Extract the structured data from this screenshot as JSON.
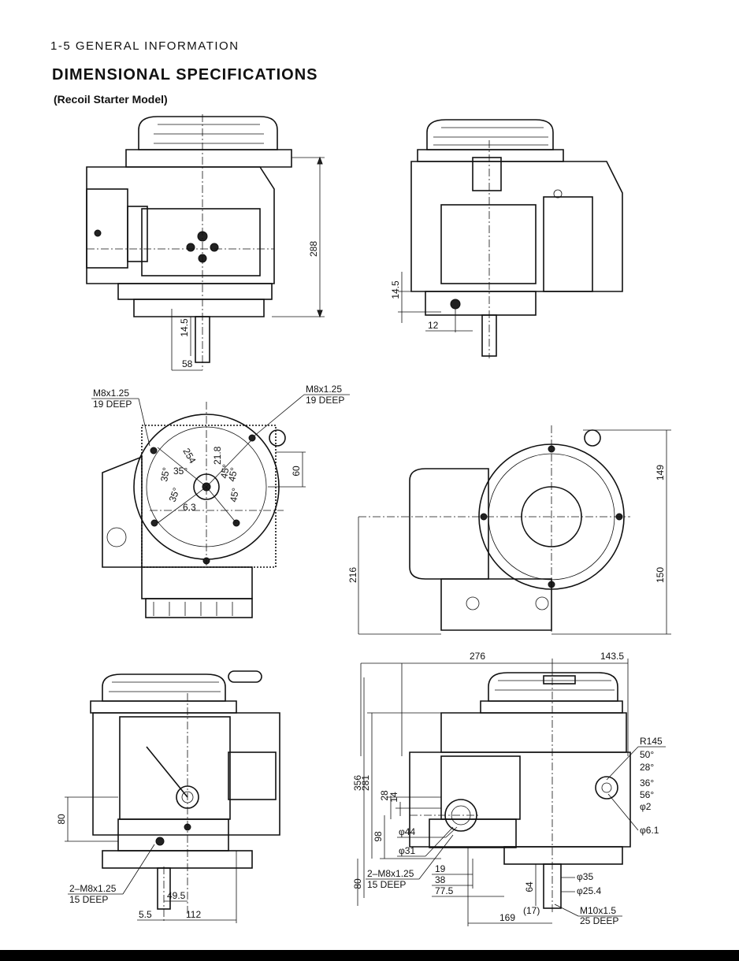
{
  "header": {
    "section": "1-5  GENERAL INFORMATION",
    "title": "DIMENSIONAL SPECIFICATIONS",
    "subtitle": "(Recoil Starter Model)"
  },
  "views": {
    "top_left": {
      "d288": "288",
      "d14_5": "14.5",
      "d58": "58"
    },
    "top_right": {
      "d14_5": "14.5",
      "d12": "12"
    },
    "mid_left": {
      "callout_left_a": "M8x1.25",
      "callout_left_b": "19 DEEP",
      "callout_right_a": "M8x1.25",
      "callout_right_b": "19 DEEP",
      "d254": "254",
      "d21_8": "21.8",
      "d60": "60",
      "d6_3": "6.3",
      "a35_1": "35°",
      "a35_2": "35°",
      "a35_3": "35°",
      "a45_1": "45°",
      "a45_2": "45°",
      "a45_3": "45°"
    },
    "mid_right": {
      "d149": "149",
      "d150": "150",
      "d216": "216"
    },
    "bot_left": {
      "d80": "80",
      "callout_a": "2–M8x1.25",
      "callout_b": "15 DEEP",
      "d49_5": "49.5",
      "d5_5": "5.5",
      "d112": "112"
    },
    "bot_right": {
      "d276": "276",
      "d143_5": "143.5",
      "r145": "R145",
      "a50": "50°",
      "a28": "28°",
      "a36": "36°",
      "a56": "56°",
      "phi2": "φ2",
      "phi6_1": "φ6.1",
      "d356": "356",
      "d281": "281",
      "d28": "28",
      "d14": "14",
      "d98": "98",
      "phi44": "φ44",
      "phi31": "φ31",
      "callout_a": "2–M8x1.25",
      "callout_b": "15 DEEP",
      "d19": "19",
      "d38": "38",
      "d77_5": "77.5",
      "d80": "80",
      "d64": "64",
      "phi35": "φ35",
      "phi25_4": "φ25.4",
      "d17": "(17)",
      "d169": "169",
      "m10_a": "M10x1.5",
      "m10_b": "25 DEEP"
    }
  }
}
